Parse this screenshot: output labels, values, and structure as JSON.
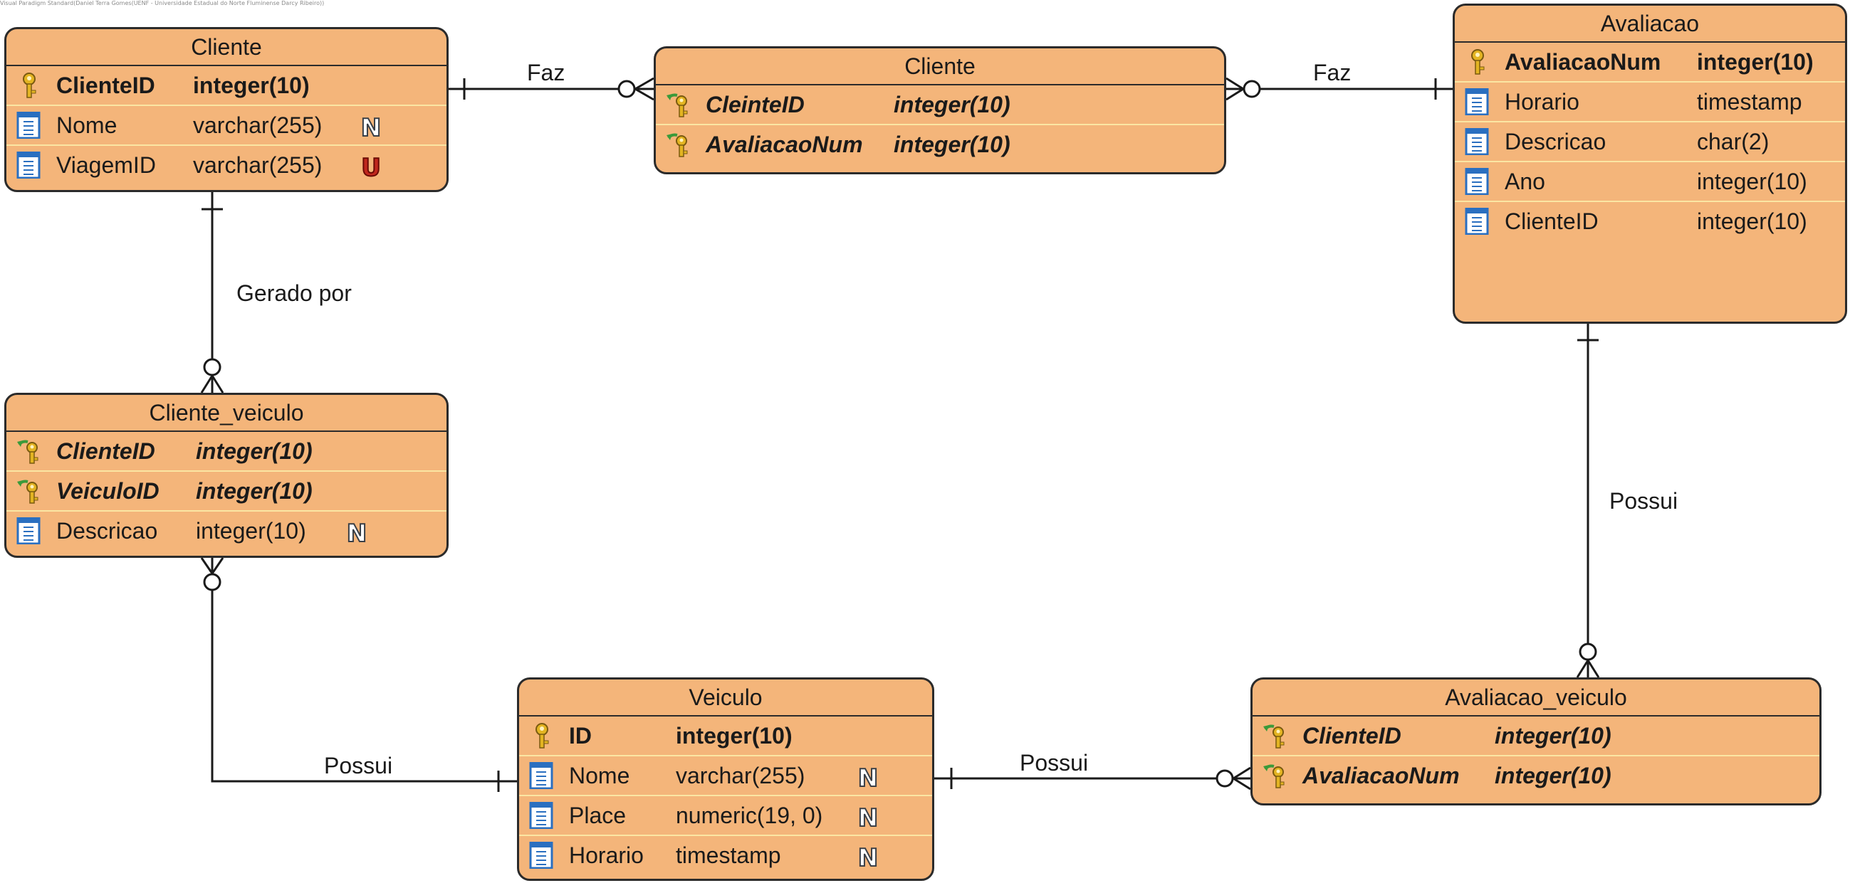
{
  "watermark": "Visual Paradigm Standard(Daniel Terra Gomes(UENF - Universidade Estadual do Norte Fluminense Darcy Ribeiro))",
  "colors": {
    "entity_fill": "#f4b57a",
    "entity_border": "#2b2b2b",
    "row_divider": "#fbe6a3",
    "not_null_badge": "#8d9aa8",
    "unique_badge": "#c0281e",
    "key_gold": "#e3b422",
    "fk_arrow_green": "#3a9a3a",
    "column_icon_blue": "#2a6fc0"
  },
  "entities": {
    "cliente": {
      "title": "Cliente",
      "rows": [
        {
          "icon": "primary-key-icon",
          "name": "ClienteID",
          "type": "integer(10)",
          "style": "pk",
          "badge": ""
        },
        {
          "icon": "column-icon",
          "name": "Nome",
          "type": "varchar(255)",
          "style": "normal",
          "badge": "N"
        },
        {
          "icon": "column-icon",
          "name": "ViagemID",
          "type": "varchar(255)",
          "style": "normal",
          "badge": "U"
        }
      ]
    },
    "cliente_assoc": {
      "title": "Cliente",
      "rows": [
        {
          "icon": "foreign-key-icon",
          "name": "CleinteID",
          "type": "integer(10)",
          "style": "fk",
          "badge": ""
        },
        {
          "icon": "foreign-key-icon",
          "name": "AvaliacaoNum",
          "type": "integer(10)",
          "style": "fk",
          "badge": ""
        }
      ]
    },
    "avaliacao": {
      "title": "Avaliacao",
      "rows": [
        {
          "icon": "primary-key-icon",
          "name": "AvaliacaoNum",
          "type": "integer(10)",
          "style": "pk",
          "badge": ""
        },
        {
          "icon": "column-icon",
          "name": "Horario",
          "type": "timestamp",
          "style": "normal",
          "badge": ""
        },
        {
          "icon": "column-icon",
          "name": "Descricao",
          "type": "char(2)",
          "style": "normal",
          "badge": ""
        },
        {
          "icon": "column-icon",
          "name": "Ano",
          "type": "integer(10)",
          "style": "normal",
          "badge": ""
        },
        {
          "icon": "column-icon",
          "name": "ClienteID",
          "type": "integer(10)",
          "style": "normal",
          "badge": ""
        }
      ]
    },
    "cliente_veiculo": {
      "title": "Cliente_veiculo",
      "rows": [
        {
          "icon": "foreign-key-icon",
          "name": "ClienteID",
          "type": "integer(10)",
          "style": "fk",
          "badge": ""
        },
        {
          "icon": "foreign-key-icon",
          "name": "VeiculoID",
          "type": "integer(10)",
          "style": "fk",
          "badge": ""
        },
        {
          "icon": "column-icon",
          "name": "Descricao",
          "type": "integer(10)",
          "style": "normal",
          "badge": "N"
        }
      ]
    },
    "veiculo": {
      "title": "Veiculo",
      "rows": [
        {
          "icon": "primary-key-icon",
          "name": "ID",
          "type": "integer(10)",
          "style": "pk",
          "badge": ""
        },
        {
          "icon": "column-icon",
          "name": "Nome",
          "type": "varchar(255)",
          "style": "normal",
          "badge": "N"
        },
        {
          "icon": "column-icon",
          "name": "Place",
          "type": "numeric(19, 0)",
          "style": "normal",
          "badge": "N"
        },
        {
          "icon": "column-icon",
          "name": "Horario",
          "type": "timestamp",
          "style": "normal",
          "badge": "N"
        }
      ]
    },
    "avaliacao_veiculo": {
      "title": "Avaliacao_veiculo",
      "rows": [
        {
          "icon": "foreign-key-icon",
          "name": "ClienteID",
          "type": "integer(10)",
          "style": "fk",
          "badge": ""
        },
        {
          "icon": "foreign-key-icon",
          "name": "AvaliacaoNum",
          "type": "integer(10)",
          "style": "fk",
          "badge": ""
        }
      ]
    }
  },
  "relationships": {
    "cliente_faz": {
      "label": "Faz",
      "from": "cliente",
      "to": "cliente_assoc",
      "from_end": "one",
      "to_end": "zero-or-many"
    },
    "avaliacao_faz": {
      "label": "Faz",
      "from": "avaliacao",
      "to": "cliente_assoc",
      "from_end": "one",
      "to_end": "zero-or-many"
    },
    "cliente_gerado": {
      "label": "Gerado por",
      "from": "cliente",
      "to": "cliente_veiculo",
      "from_end": "one",
      "to_end": "zero-or-many"
    },
    "cv_veiculo_possui": {
      "label": "Possui",
      "from": "veiculo",
      "to": "cliente_veiculo",
      "from_end": "one",
      "to_end": "zero-or-many"
    },
    "veiculo_av_possui": {
      "label": "Possui",
      "from": "veiculo",
      "to": "avaliacao_veiculo",
      "from_end": "one",
      "to_end": "zero-or-many"
    },
    "avaliacao_possui": {
      "label": "Possui",
      "from": "avaliacao",
      "to": "avaliacao_veiculo",
      "from_end": "one",
      "to_end": "zero-or-many"
    }
  }
}
